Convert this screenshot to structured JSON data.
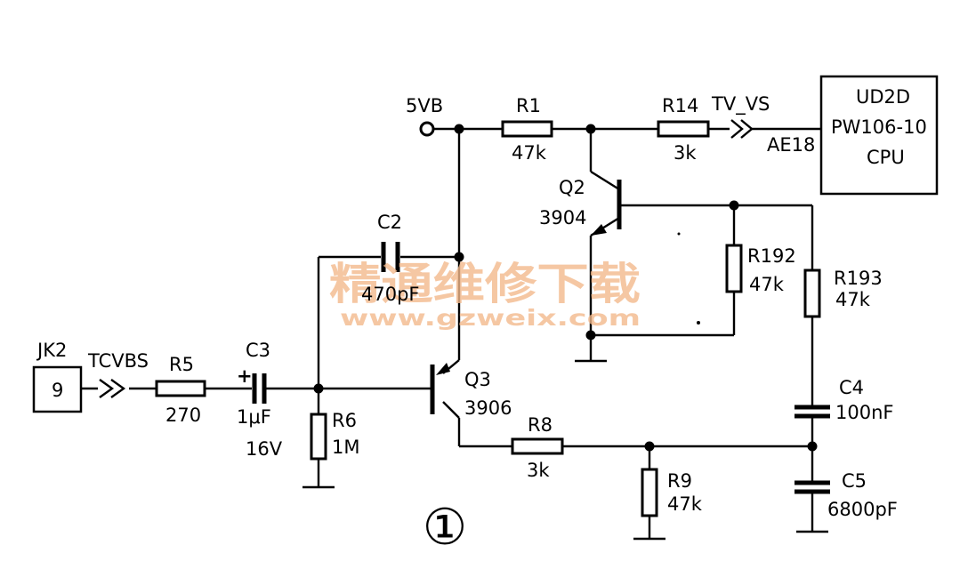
{
  "labels": {
    "supply": "5VB",
    "r1_ref": "R1",
    "r1_val": "47k",
    "r14_ref": "R14",
    "r14_val": "3k",
    "tv_vs": "TV_VS",
    "ae18": "AE18",
    "cpu_line1": "UD2D",
    "cpu_line2": "PW106-10",
    "cpu_line3": "CPU",
    "q2_ref": "Q2",
    "q2_val": "3904",
    "c2_ref": "C2",
    "c2_val": "470pF",
    "r192_ref": "R192",
    "r192_val": "47k",
    "r193_ref": "R193",
    "r193_val": "47k",
    "jk2_ref": "JK2",
    "jk2_pin": "9",
    "tcvbs": "TCVBS",
    "r5_ref": "R5",
    "r5_val": "270",
    "c3_ref": "C3",
    "c3_plus": "+",
    "c3_val": "1μF",
    "c3_volt": "16V",
    "r6_ref": "R6",
    "r6_val": "1M",
    "q3_ref": "Q3",
    "q3_val": "3906",
    "c4_ref": "C4",
    "c4_val": "100nF",
    "r8_ref": "R8",
    "r8_val": "3k",
    "r9_ref": "R9",
    "r9_val": "47k",
    "c5_ref": "C5",
    "c5_val": "6800pF",
    "figure_number": "①"
  },
  "watermark": {
    "text": "精通维修下载",
    "url": "www.gzweix.com",
    "color": "#f2b98c"
  }
}
